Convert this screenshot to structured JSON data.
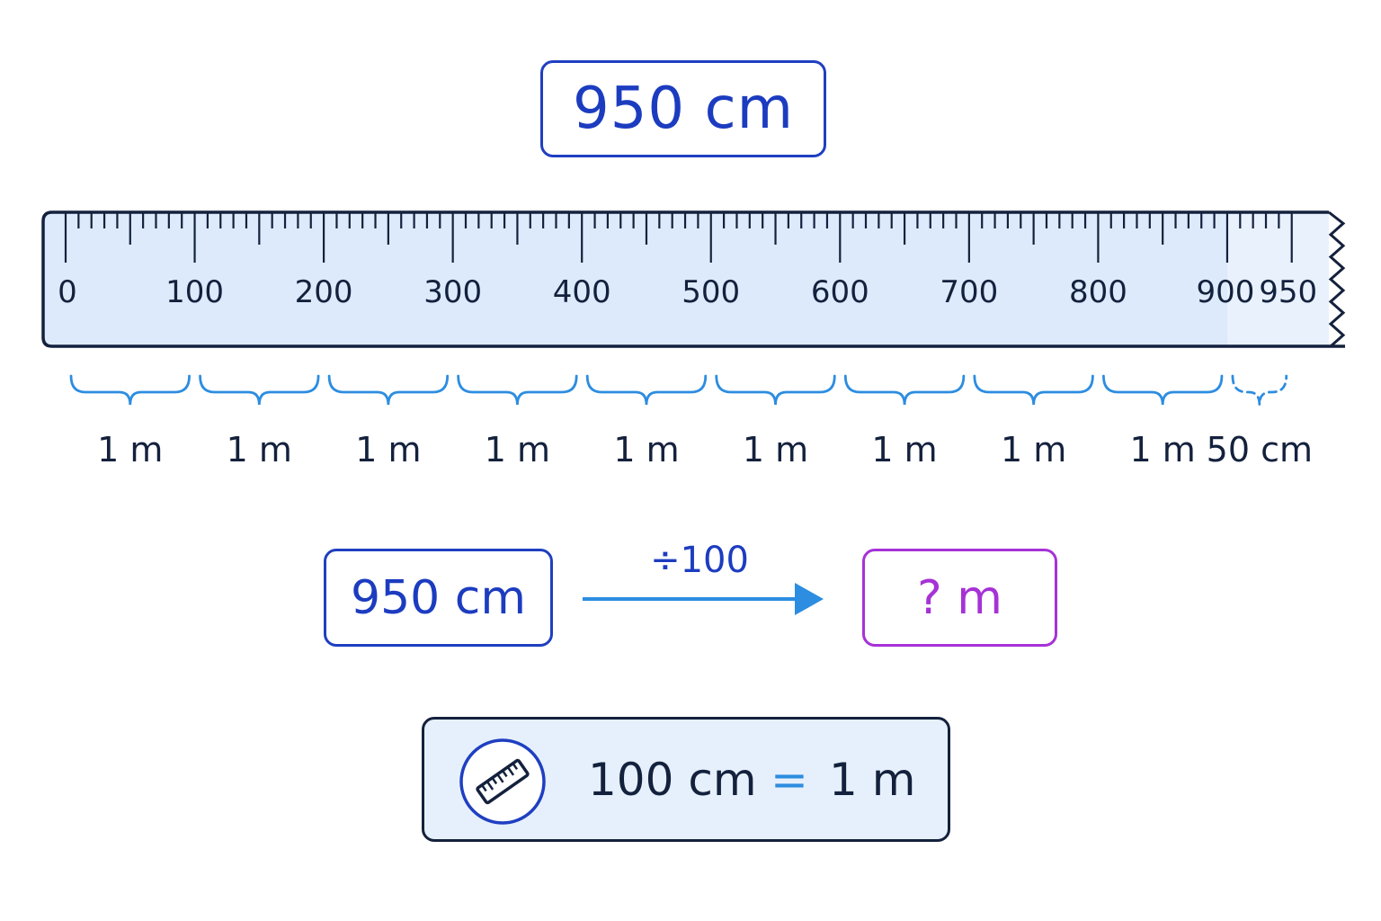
{
  "title": "950 cm",
  "ruler": {
    "labels": [
      "0",
      "100",
      "200",
      "300",
      "400",
      "500",
      "600",
      "700",
      "800",
      "900",
      "950"
    ],
    "total_cm": 950
  },
  "segments": [
    "1 m",
    "1 m",
    "1 m",
    "1 m",
    "1 m",
    "1 m",
    "1 m",
    "1 m",
    "1 m",
    "50 cm"
  ],
  "conversion": {
    "from": "950 cm",
    "operation": "÷100",
    "to": "? m"
  },
  "fact": {
    "left": "100 cm",
    "equals": "=",
    "right": "1 m",
    "icon": "ruler-icon"
  },
  "colors": {
    "blue": "#1c3cc0",
    "light_blue": "#2d8de0",
    "purple": "#a632d6",
    "navy": "#14213d",
    "ruler_fill": "#dceafb"
  }
}
